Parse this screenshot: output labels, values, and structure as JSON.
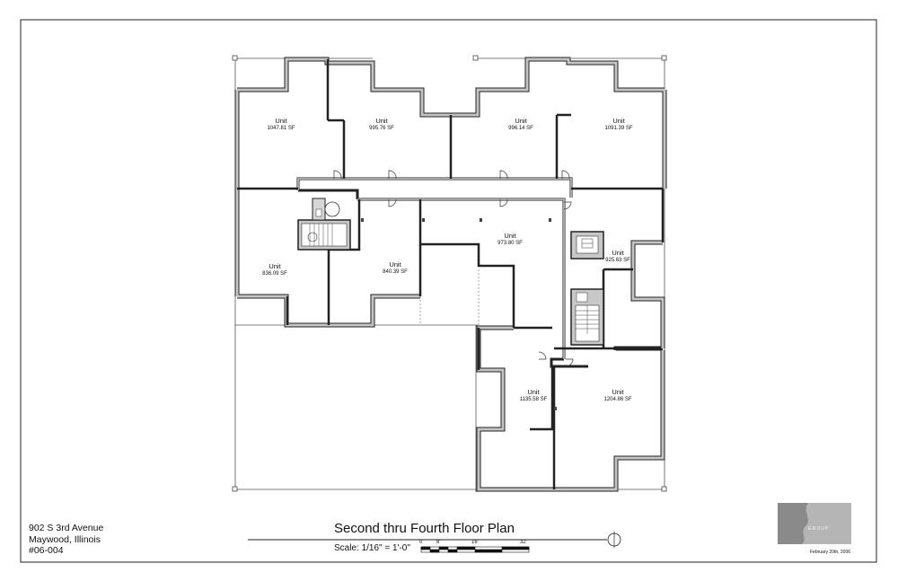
{
  "sheet": {
    "address_lines": [
      "902 S 3rd Avenue",
      "Maywood, Illinois",
      "#06-004"
    ],
    "plan_title": "Second thru Fourth Floor Plan",
    "scale_label": "Scale: 1/16\" = 1'-0\"",
    "scale_ticks": [
      "0",
      "8'",
      "16'",
      "32'"
    ],
    "firm_name": "GROUP",
    "date": "February 20th, 2006"
  },
  "units": [
    {
      "id": "u1",
      "name": "Unit",
      "area": "1047.81 SF"
    },
    {
      "id": "u2",
      "name": "Unit",
      "area": "995.76 SF"
    },
    {
      "id": "u3",
      "name": "Unit",
      "area": "996.14 SF"
    },
    {
      "id": "u4",
      "name": "Unit",
      "area": "1091.39 SF"
    },
    {
      "id": "u5",
      "name": "Unit",
      "area": "836.09 SF"
    },
    {
      "id": "u6",
      "name": "Unit",
      "area": "840.39 SF"
    },
    {
      "id": "u7",
      "name": "Unit",
      "area": "973.80 SF"
    },
    {
      "id": "u8",
      "name": "Unit",
      "area": "925.63 SF"
    },
    {
      "id": "u9",
      "name": "Unit",
      "area": "1135.58 SF"
    },
    {
      "id": "u10",
      "name": "Unit",
      "area": "1204.86 SF"
    }
  ],
  "colors": {
    "wall_fill": "#bdbdbd",
    "wall_stroke": "#222222",
    "logo_gray": "#b5b5b5",
    "logo_dark": "#8a8a8a"
  }
}
